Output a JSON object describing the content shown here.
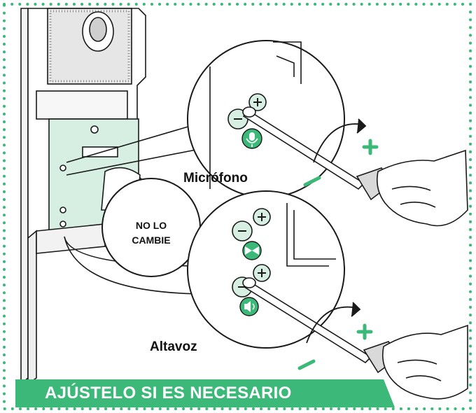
{
  "labels": {
    "microphone": "Micrófono",
    "speaker": "Altavoz",
    "no_change_line1": "NO LO",
    "no_change_line2": "CAMBIE"
  },
  "banner": {
    "text": "AJÚSTELO SI ES NECESARIO"
  },
  "colors": {
    "accent_green": "#3cb878",
    "light_green": "#d7efe3",
    "outline": "#1a1a1a",
    "dotted_border": "#3cb878"
  },
  "icons": [
    "microphone-icon",
    "speaker-icon",
    "loudspeaker-icon",
    "screwdriver-icon",
    "hand-icon",
    "plus-icon",
    "minus-icon",
    "rotation-arrow-icon"
  ]
}
